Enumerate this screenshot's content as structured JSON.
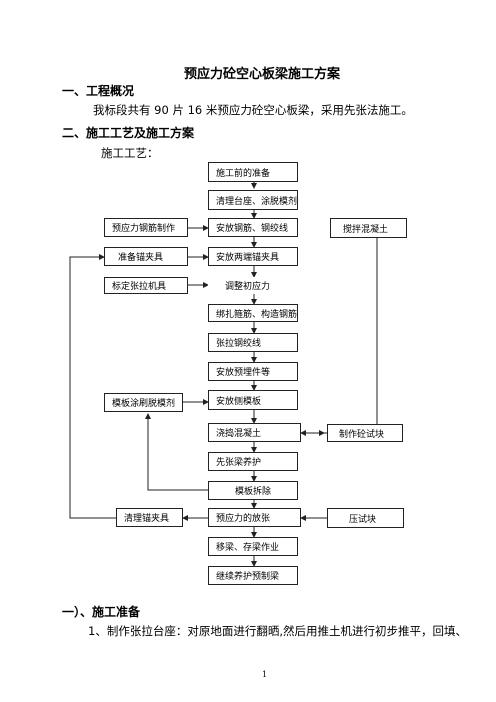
{
  "doc": {
    "title": "预应力砼空心板梁施工方案",
    "sec1_heading": "一、工程概况",
    "sec1_text": "我标段共有 90 片 16 米预应力砼空心板梁，采用先张法施工。",
    "sec2_heading": "二、施工工艺及施工方案",
    "sec2_sub": "施工工艺：",
    "sec3_heading": "一）、施工准备",
    "sec3_text": "1、制作张拉台座：对原地面进行翻晒,然后用推土机进行初步推平，回填、",
    "page_number": "1"
  },
  "flow": {
    "main": [
      "施工前的准备",
      "清理台座、涂脱模剂",
      "安放钢筋、钢绞线",
      "安放两端锚夹具",
      "调整初应力",
      "绑扎箍筋、构造钢筋",
      "张拉钢绞线",
      "安放预埋件等",
      "安放侧模板",
      "浇捣混凝土",
      "先张梁养护",
      "模板拆除",
      "预应力的放张",
      "移梁、存梁作业",
      "继续养护预制梁"
    ],
    "left": {
      "prestress_steel": "预应力钢筋制作",
      "prepare_anchor": "准备锚夹具",
      "calibrate_jack": "标定张拉机具",
      "formwork_coat": "模板涂刷脱模剂",
      "clean_anchor": "清理锚夹具"
    },
    "right": {
      "mix_concrete": "搅拌混凝土",
      "test_block": "制作砼试块",
      "press_test": "压试块"
    }
  }
}
